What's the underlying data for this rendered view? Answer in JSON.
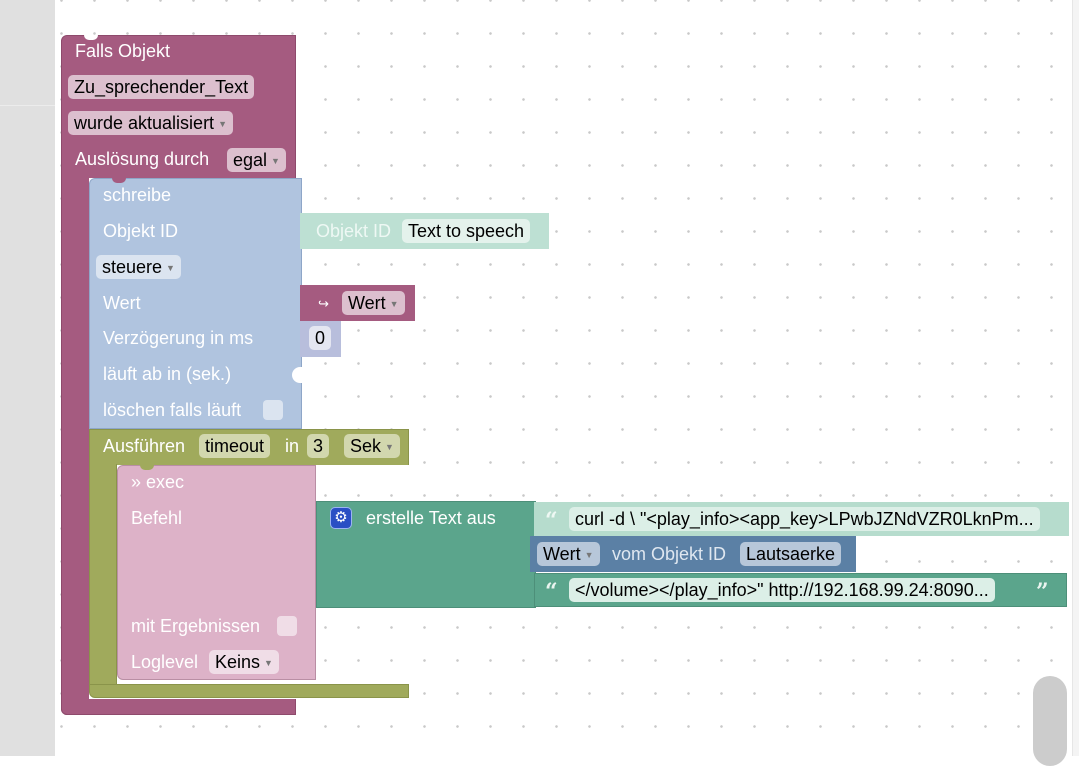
{
  "colors": {
    "trigger": "#a55b80",
    "write": "#b0c4df",
    "timeout": "#a0aa5c",
    "exec": "#ddb2c8",
    "join": "#5ba58c",
    "getval": "#5b80a5",
    "objid": "#bde0d3",
    "number": "#b8bedc"
  },
  "trigger_block": {
    "title": "Falls Objekt",
    "object": "Zu_sprechender_Text",
    "condition": "wurde aktualisiert",
    "trigger_label": "Auslösung durch",
    "trigger_value": "egal"
  },
  "write_block": {
    "title": "schreibe",
    "object_id_label": "Objekt ID",
    "mode": "steuere",
    "value_label": "Wert",
    "delay_label": "Verzögerung in ms",
    "expire_label": "läuft ab in (sek.)",
    "clear_label": "löschen falls läuft"
  },
  "objid_block": {
    "label": "Objekt ID",
    "value": "Text to speech"
  },
  "var_block": {
    "icon": "arrow-icon",
    "glyph": "↪",
    "name": "Wert"
  },
  "delay_value": "0",
  "timeout_block": {
    "label": "Ausführen",
    "name": "timeout",
    "in_label": "in",
    "amount": "3",
    "unit": "Sek"
  },
  "exec_block": {
    "title": "» exec",
    "command_label": "Befehl",
    "results_label": "mit Ergebnissen",
    "loglevel_label": "Loglevel",
    "loglevel_value": "Keins"
  },
  "join_block": {
    "icon": "gear-icon",
    "label": "erstelle Text aus"
  },
  "text_items": [
    "curl -d \\ \"<play_info><app_key>LPwbJZNdVZR0LknPm...",
    "</volume></play_info>\" http://192.168.99.24:8090..."
  ],
  "getval_block": {
    "attr": "Wert",
    "label": "vom Objekt ID",
    "object": "Lautsaerke"
  },
  "quote_open": "“",
  "quote_close": "”"
}
